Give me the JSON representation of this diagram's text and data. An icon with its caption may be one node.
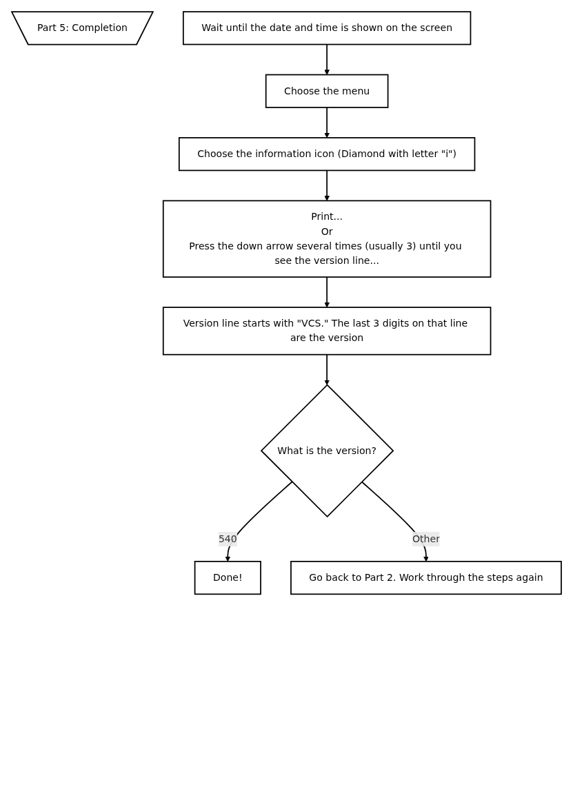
{
  "diagram": {
    "nodes": [
      {
        "text": [
          "Part 5: Completion"
        ]
      },
      {
        "text": [
          "Wait until the date and time is shown on the screen"
        ]
      },
      {
        "text": [
          "Choose the menu"
        ]
      },
      {
        "text": [
          "Choose the information icon (Diamond with letter \"i\")"
        ]
      },
      {
        "text": [
          "Print...",
          "Or",
          "Press the down arrow several times (usually 3) until you see the version line..."
        ]
      },
      {
        "text": [
          "Version line starts with \"VCS.\" The last 3 digits on that line are the version"
        ]
      },
      {
        "text": [
          "What is the version?"
        ]
      },
      {
        "text": [
          "Done!"
        ]
      },
      {
        "text": [
          "Go back to Part 2. Work through the steps again"
        ]
      }
    ],
    "edges": [
      {
        "from": 1,
        "to": 2,
        "arrow": "to"
      },
      {
        "from": 2,
        "to": 3,
        "arrow": "to"
      },
      {
        "from": 3,
        "to": 4,
        "arrow": "to"
      },
      {
        "from": 4,
        "to": 5,
        "arrow": "to"
      },
      {
        "from": 5,
        "to": 6,
        "arrow": "to"
      },
      {
        "from": 6,
        "to": 7,
        "label": "540",
        "arrow": "to"
      },
      {
        "from": 6,
        "to": 8,
        "label": "Other",
        "arrow": "to"
      }
    ]
  }
}
